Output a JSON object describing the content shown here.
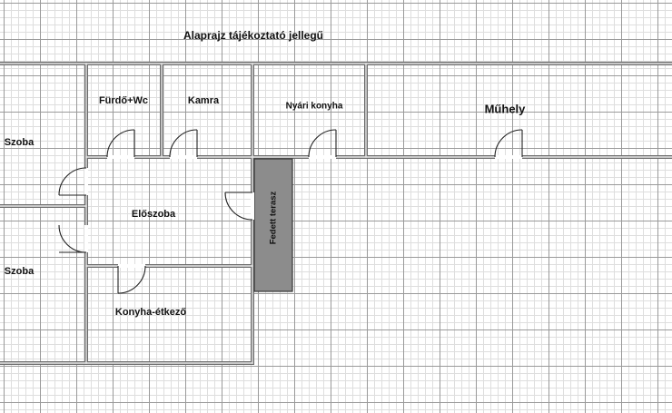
{
  "title": "Alaprajz tájékoztató jellegű",
  "rooms": {
    "furdo_wc": "Fürdő+Wc",
    "kamra": "Kamra",
    "nyari_konyha": "Nyári konyha",
    "muhely": "Műhely",
    "szoba_top": "Szoba",
    "szoba_bottom": "Szoba",
    "eloszoba": "Előszoba",
    "konyha_etkezo": "Konyha-étkező",
    "fedett_terasz": "Fedett terasz"
  },
  "colors": {
    "wall": "#6b6b6b",
    "terrace_fill": "#8c8c8c",
    "grid": "#9a9a9a"
  }
}
